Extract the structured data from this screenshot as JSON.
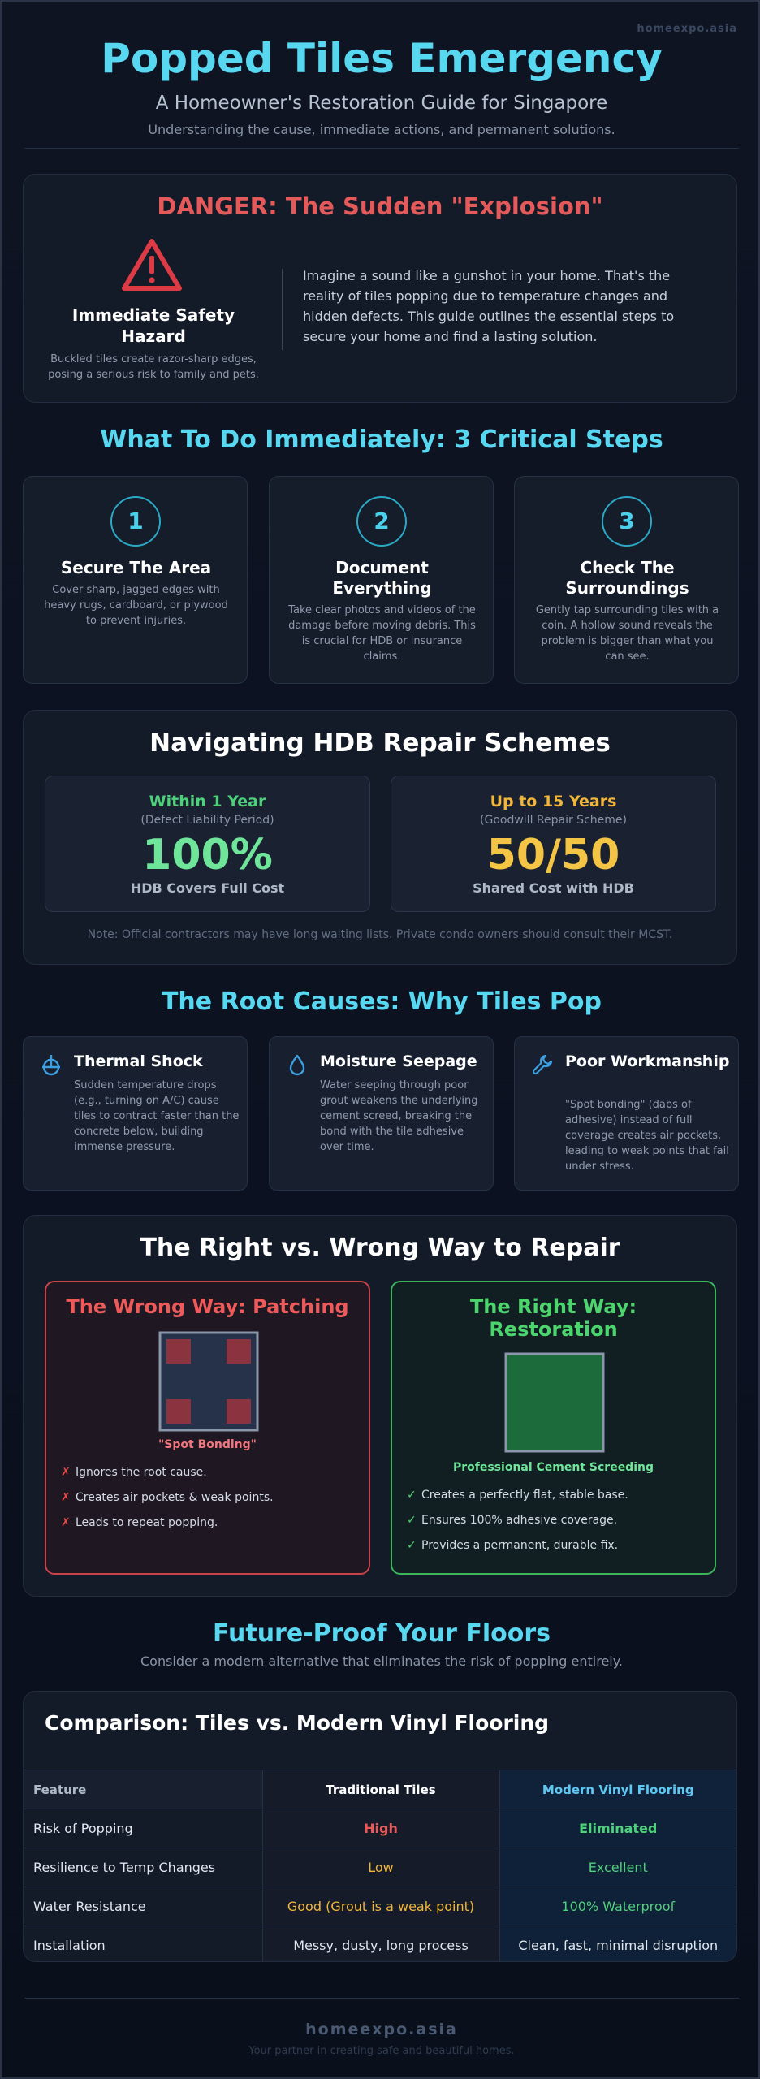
{
  "brand_top": "homeexpo.asia",
  "header": {
    "title": "Popped Tiles Emergency",
    "subtitle": "A Homeowner's Restoration Guide for Singapore",
    "tagline": "Understanding the cause, immediate actions, and permanent solutions."
  },
  "danger": {
    "title": "DANGER: The Sudden \"Explosion\"",
    "icon": "warning-triangle-icon",
    "hazard_title": "Immediate Safety Hazard",
    "hazard_text": "Buckled tiles create razor-sharp edges, posing a serious risk to family and pets.",
    "body": "Imagine a sound like a gunshot in your home. That's the reality of tiles popping due to temperature changes and hidden defects. This guide outlines the essential steps to secure your home and find a lasting solution."
  },
  "steps": {
    "title": "What To Do Immediately: 3 Critical Steps",
    "items": [
      {
        "num": "1",
        "title": "Secure The Area",
        "text": "Cover sharp, jagged edges with heavy rugs, cardboard, or plywood to prevent injuries."
      },
      {
        "num": "2",
        "title": "Document Everything",
        "text": "Take clear photos and videos of the damage before moving debris. This is crucial for HDB or insurance claims."
      },
      {
        "num": "3",
        "title": "Check The Surroundings",
        "text": "Gently tap surrounding tiles with a coin. A hollow sound reveals the problem is bigger than what you can see."
      }
    ]
  },
  "hdb": {
    "title": "Navigating HDB Repair Schemes",
    "cards": [
      {
        "period": "Within 1 Year",
        "note": "(Defect Liability Period)",
        "big": "100%",
        "caption": "HDB Covers Full Cost",
        "color": "#4fd07a"
      },
      {
        "period": "Up to 15 Years",
        "note": "(Goodwill Repair Scheme)",
        "big": "50/50",
        "caption": "Shared Cost with HDB",
        "color": "#f2b63a"
      }
    ],
    "footnote": "Note: Official contractors may have long waiting lists. Private condo owners should consult their MCST."
  },
  "causes": {
    "title": "The Root Causes: Why Tiles Pop",
    "items": [
      {
        "icon": "thermometer-sun-icon",
        "title": "Thermal Shock",
        "text": "Sudden temperature drops (e.g., turning on A/C) cause tiles to contract faster than the concrete below, building immense pressure."
      },
      {
        "icon": "water-drop-icon",
        "title": "Moisture Seepage",
        "text": "Water seeping through poor grout weakens the underlying cement screed, breaking the bond with the tile adhesive over time."
      },
      {
        "icon": "wrench-icon",
        "title": "Poor Workmanship",
        "text": "\"Spot bonding\" (dabs of adhesive) instead of full coverage creates air pockets, leading to weak points that fail under stress."
      }
    ]
  },
  "repair": {
    "title": "The Right vs. Wrong Way to Repair",
    "wrong": {
      "title": "The Wrong Way: Patching",
      "caption": "\"Spot Bonding\"",
      "mark": "✗",
      "items": [
        "Ignores the root cause.",
        "Creates air pockets & weak points.",
        "Leads to repeat popping."
      ]
    },
    "right": {
      "title": "The Right Way: Restoration",
      "caption": "Professional Cement Screeding",
      "mark": "✓",
      "items": [
        "Creates a perfectly flat, stable base.",
        "Ensures 100% adhesive coverage.",
        "Provides a permanent, durable fix."
      ]
    }
  },
  "future": {
    "title": "Future-Proof Your Floors",
    "subtitle": "Consider a modern alternative that eliminates the risk of popping entirely."
  },
  "comparison": {
    "title": "Comparison: Tiles vs. Modern Vinyl Flooring",
    "headers": [
      "Feature",
      "Traditional Tiles",
      "Modern Vinyl Flooring"
    ],
    "rows": [
      {
        "feature": "Risk of Popping",
        "tiles": "High",
        "vinyl": "Eliminated",
        "tiles_color": "#e85a5a",
        "vinyl_color": "#4fd07a",
        "bold": true
      },
      {
        "feature": "Resilience to Temp Changes",
        "tiles": "Low",
        "vinyl": "Excellent",
        "tiles_color": "#f2b63a",
        "vinyl_color": "#4fd07a",
        "bold": false
      },
      {
        "feature": "Water Resistance",
        "tiles": "Good (Grout is a weak point)",
        "vinyl": "100% Waterproof",
        "tiles_color": "#f2b63a",
        "vinyl_color": "#4fd07a",
        "bold": false
      },
      {
        "feature": "Installation",
        "tiles": "Messy, dusty, long process",
        "vinyl": "Clean, fast, minimal disruption",
        "tiles_color": "#e2e8ef",
        "vinyl_color": "#e2e8ef",
        "bold": false
      }
    ]
  },
  "footer": {
    "brand": "homeexpo.asia",
    "tagline": "Your partner in creating safe and beautiful homes."
  }
}
